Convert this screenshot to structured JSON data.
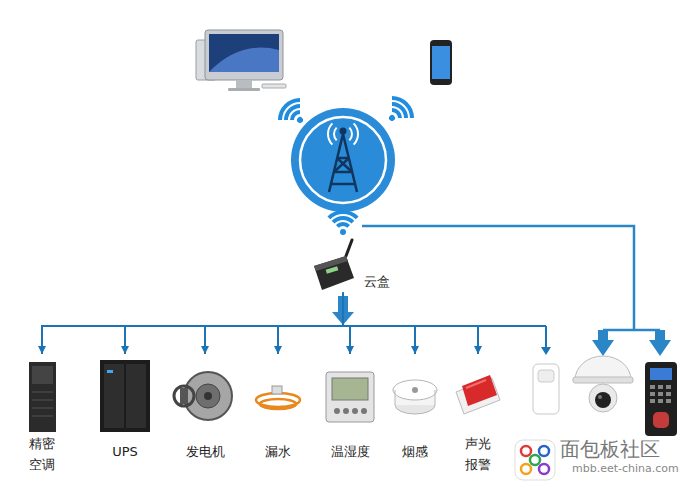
{
  "diagram": {
    "nodes": [
      {
        "text": [
          "云盒"
        ]
      },
      {
        "text": [
          "精密空调"
        ]
      },
      {
        "text": [
          "UPS"
        ]
      },
      {
        "text": [
          "发电机"
        ]
      },
      {
        "text": [
          "漏水"
        ]
      },
      {
        "text": [
          "温湿度"
        ]
      },
      {
        "text": [
          "烟感"
        ]
      },
      {
        "text": [
          "声光报警"
        ]
      }
    ],
    "edges": [
      {
        "from": 0,
        "to": 1,
        "arrow": "to"
      },
      {
        "from": 0,
        "to": 2,
        "arrow": "to"
      },
      {
        "from": 0,
        "to": 3,
        "arrow": "to"
      },
      {
        "from": 0,
        "to": 4,
        "arrow": "to"
      },
      {
        "from": 0,
        "to": 5,
        "arrow": "to"
      },
      {
        "from": 0,
        "to": 6,
        "arrow": "to"
      },
      {
        "from": 0,
        "to": 7,
        "arrow": "to"
      }
    ],
    "labels": [
      "面包板社区",
      "mbb.eet-china.com"
    ]
  }
}
